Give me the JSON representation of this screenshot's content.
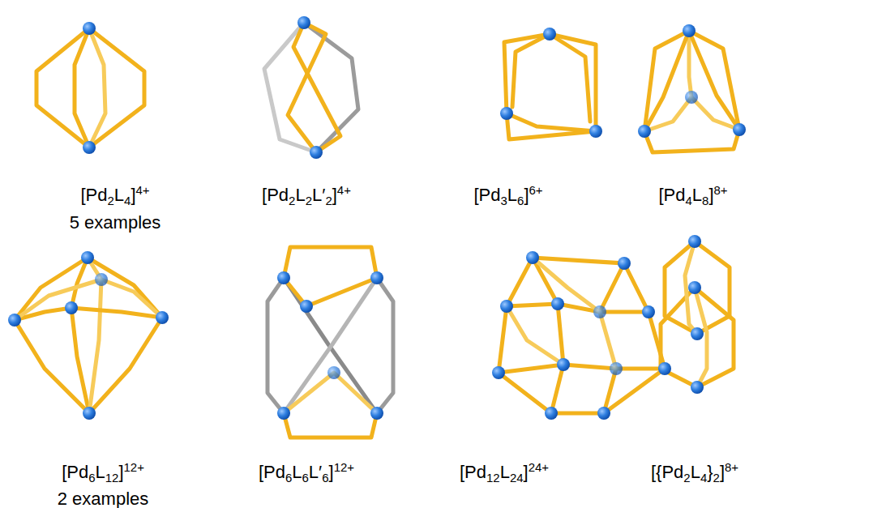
{
  "diagram": {
    "labels": [
      "[Pd2L4]4+",
      "5 examples",
      "[Pd2L2L′2]4+",
      "[Pd3L6]6+",
      "[Pd4L8]8+",
      "[Pd6L12]12+",
      "2 examples",
      "[Pd6L6L′6]12+",
      "[Pd12L24]24+",
      "[{Pd2L4}2]8+"
    ]
  }
}
